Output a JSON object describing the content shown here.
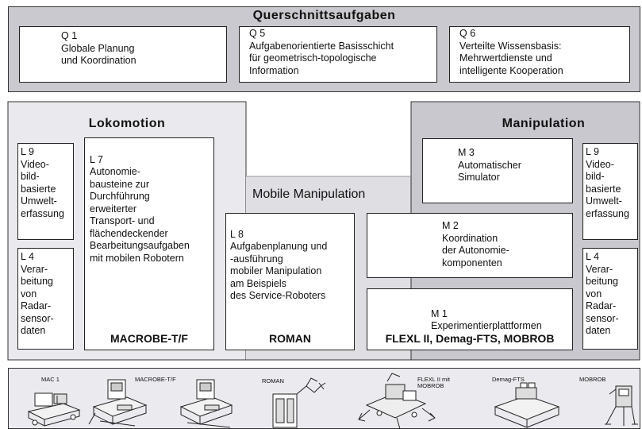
{
  "top": {
    "title": "Querschnittsaufgaben",
    "q1": "Q 1\nGlobale Planung\nund Koordination",
    "q5": "Q 5\nAufgabenorientierte Basisschicht\nfür geometrisch-topologische\nInformation",
    "q6": "Q 6\nVerteilte Wissensbasis:\nMehrwertdienste und\nintelligente Kooperation"
  },
  "lokomotion": {
    "title": "Lokomotion",
    "l9": "L 9\nVideo-\nbild-\nbasierte\nUmwelt-\nerfassung",
    "l4": "L 4\nVerar-\nbeitung\nvon\nRadar-\nsensor-\ndaten",
    "l7": "L 7\nAutonomie-\nbausteine zur\nDurchführung\nerweiterter\nTransport- und\nflächendeckender\nBearbeitungsaufgaben\nmit mobilen Robotern",
    "l7_system": "MACROBE-T/F"
  },
  "mobile": {
    "title": "Mobile Manipulation",
    "l8": "L 8\nAufgabenplanung und\n-ausführung\nmobiler Manipulation\nam Beispiels\ndes Service-Roboters",
    "l8_system": "ROMAN"
  },
  "manipulation": {
    "title": "Manipulation",
    "m3": "M 3\nAutomatischer\nSimulator",
    "m2": "M 2\nKoordination\nder Autonomie-\nkomponenten",
    "m1": "M 1\nExperimentierplattformen",
    "m1_system": "FLEXL II, Demag-FTS, MOBROB",
    "l9": "L 9\nVideo-\nbild-\nbasierte\nUmwelt-\nerfassung",
    "l4": "L 4\nVerar-\nbeitung\nvon\nRadar-\nsensor-\ndaten"
  },
  "robots": {
    "mac1": "MAC 1",
    "macrobe": "MACROBE-T/F",
    "roman": "ROMAN",
    "flexl": "FLEXL II mit\nMOBROB",
    "demag": "Demag-FTS",
    "mobrob": "MOBROB"
  }
}
